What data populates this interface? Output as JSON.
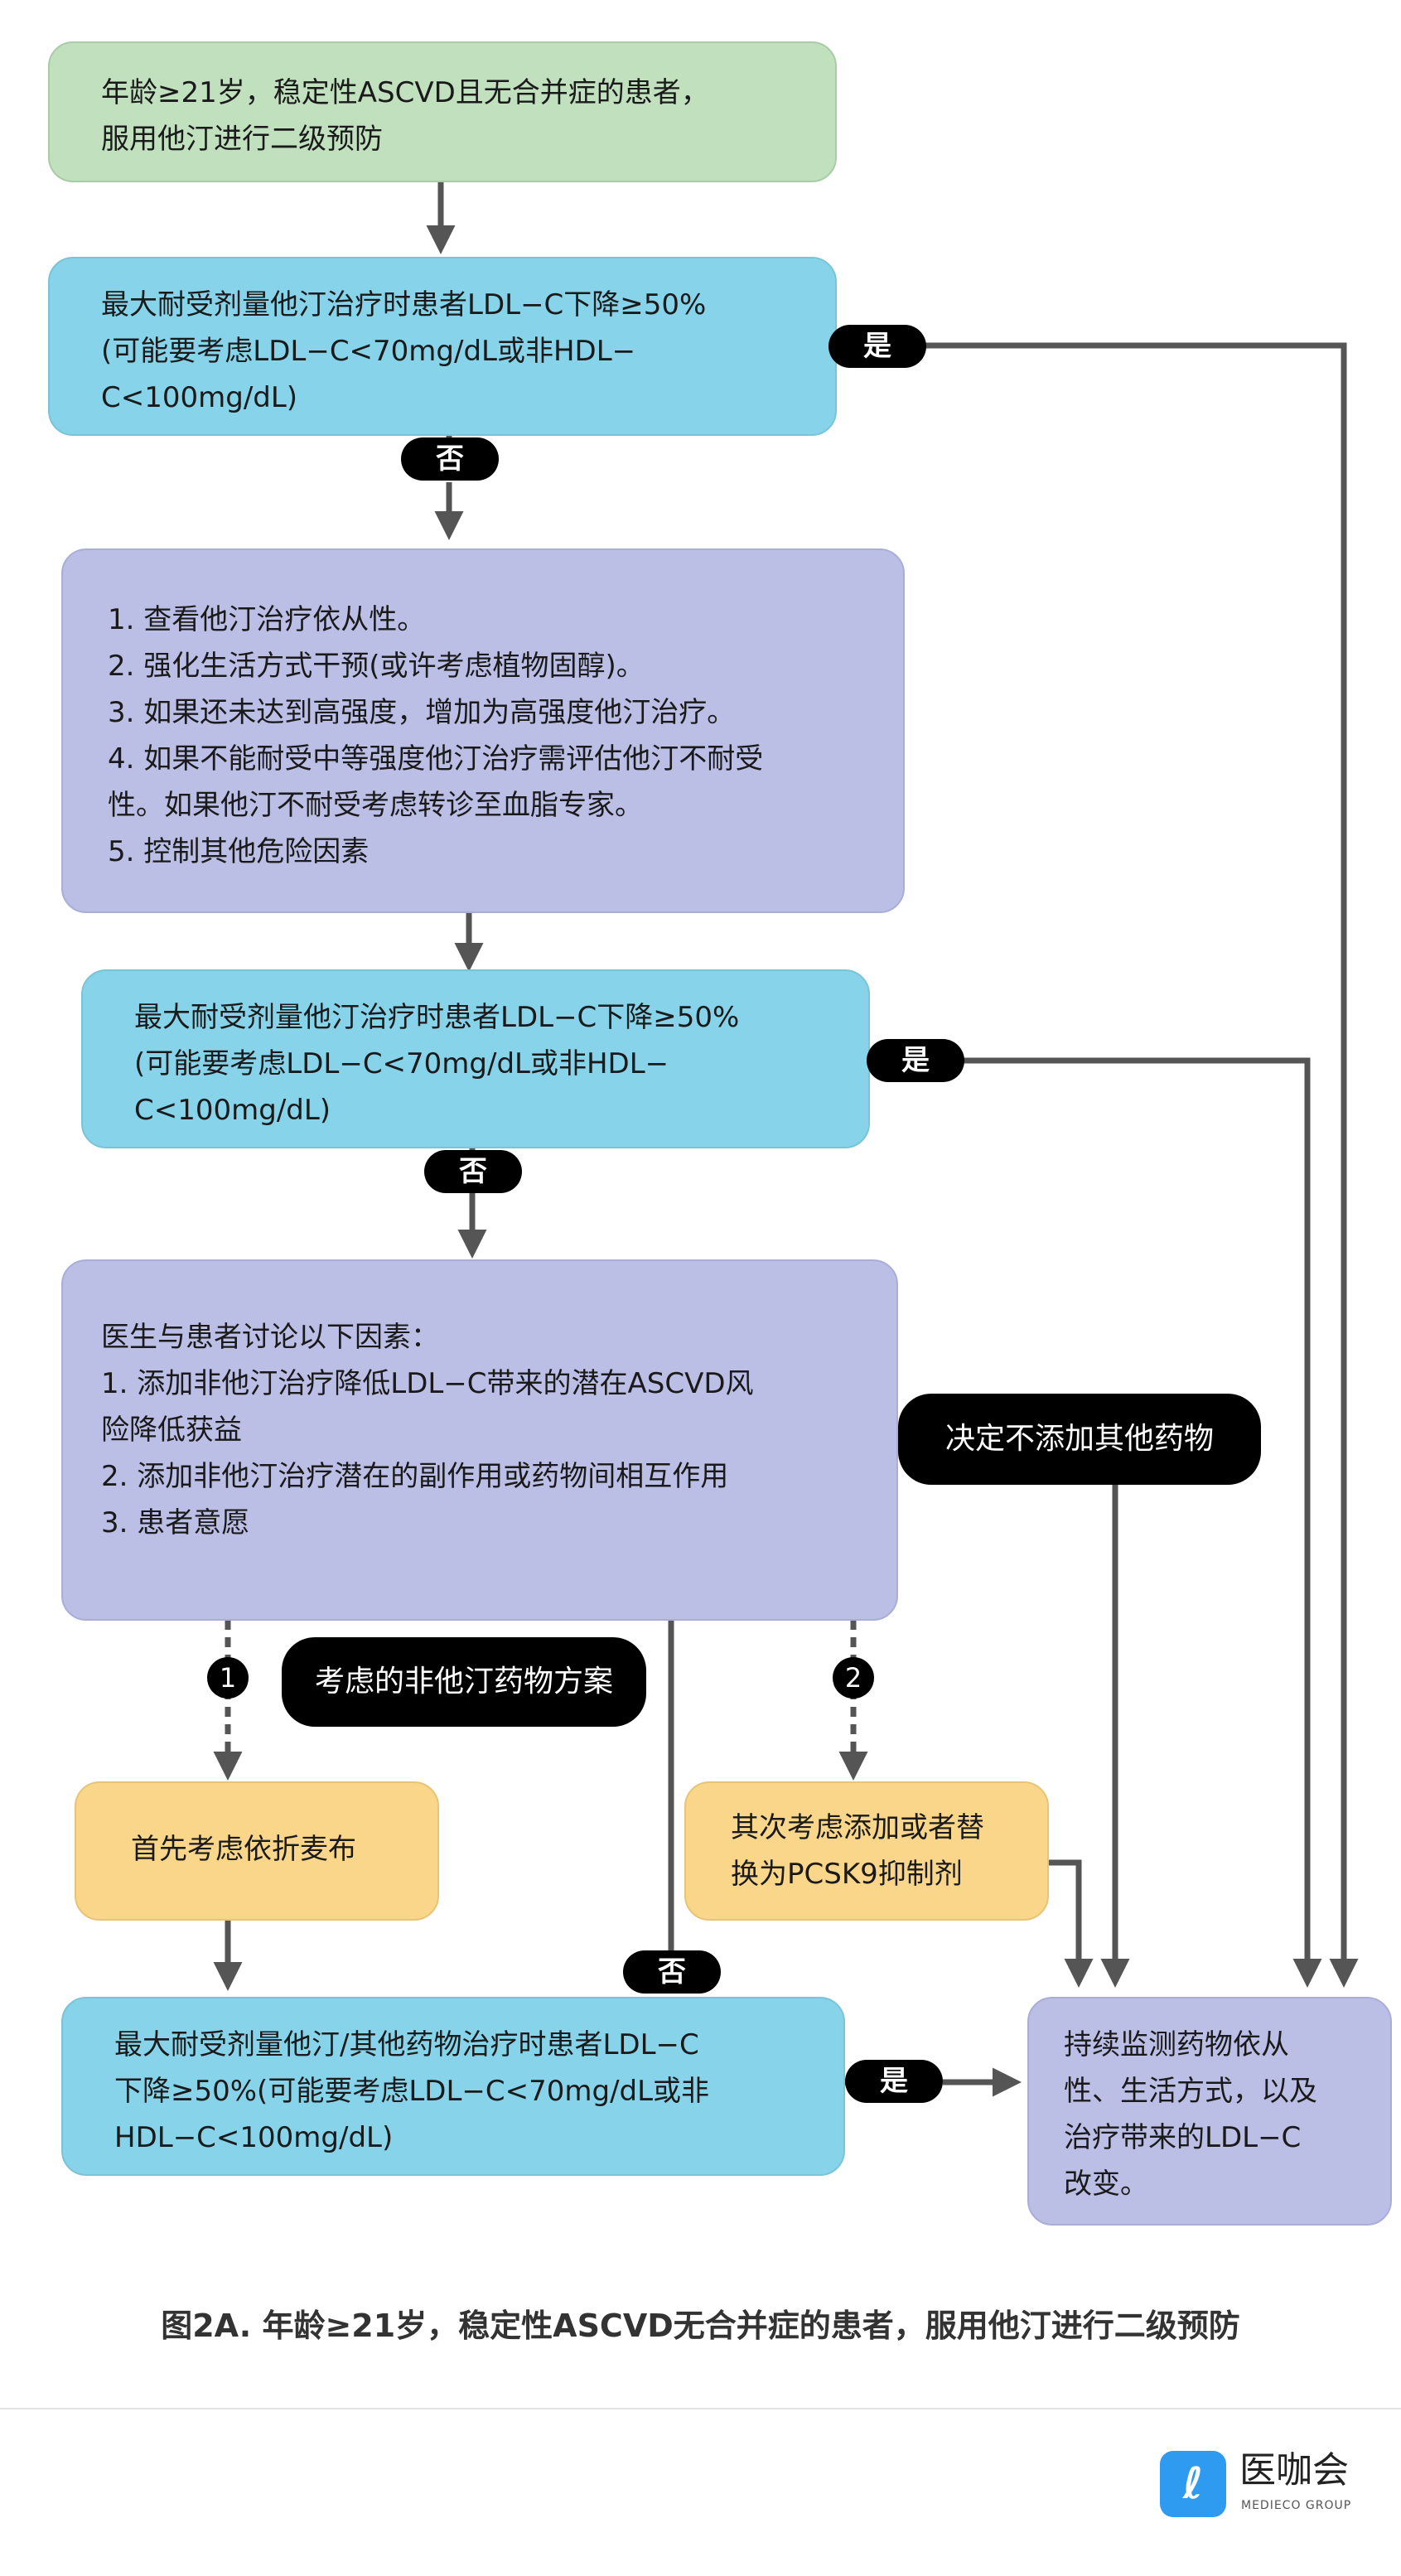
{
  "nodes": {
    "start": {
      "lines": [
        "年龄≥21岁，稳定性ASCVD且无合并症的患者，",
        "服用他汀进行二级预防"
      ]
    },
    "check1": {
      "lines": [
        "最大耐受剂量他汀治疗时患者LDL−C下降≥50%",
        "(可能要考虑LDL−C<70mg/dL或非HDL−",
        "C<100mg/dL)"
      ]
    },
    "actions": {
      "lines": [
        "1. 查看他汀治疗依从性。",
        "2. 强化生活方式干预(或许考虑植物固醇)。",
        "3. 如果还未达到高强度，增加为高强度他汀治疗。",
        "4. 如果不能耐受中等强度他汀治疗需评估他汀不耐受",
        "性。如果他汀不耐受考虑转诊至血脂专家。",
        "5. 控制其他危险因素"
      ]
    },
    "check2": {
      "lines": [
        "最大耐受剂量他汀治疗时患者LDL−C下降≥50%",
        "(可能要考虑LDL−C<70mg/dL或非HDL−",
        "C<100mg/dL)"
      ]
    },
    "discuss": {
      "lines": [
        "医生与患者讨论以下因素：",
        "1. 添加非他汀治疗降低LDL−C带来的潜在ASCVD风",
        "险降低获益",
        "2. 添加非他汀治疗潜在的副作用或药物间相互作用",
        "3. 患者意愿"
      ]
    },
    "ezetimibe": {
      "lines": [
        "首先考虑依折麦布"
      ]
    },
    "pcsk9": {
      "lines": [
        "其次考虑添加或者替",
        "换为PCSK9抑制剂"
      ]
    },
    "check3": {
      "lines": [
        "最大耐受剂量他汀/其他药物治疗时患者LDL−C",
        "下降≥50%(可能要考虑LDL−C<70mg/dL或非",
        "HDL−C<100mg/dL)"
      ]
    },
    "monitor": {
      "lines": [
        "持续监测药物依从",
        "性、生活方式，以及",
        "治疗带来的LDL−C",
        "改变。"
      ]
    }
  },
  "labels": {
    "yes": "是",
    "no": "否",
    "no_add": "决定不添加其他药物",
    "nonstatin": "考虑的非他汀药物方案",
    "option1": "1",
    "option2": "2"
  },
  "caption": "图2A. 年龄≥21岁，稳定性ASCVD无合并症的患者，服用他汀进行二级预防",
  "logo": {
    "icon": "ℓ",
    "name": "医咖会",
    "sub": "MEDIECO GROUP"
  },
  "colors": {
    "line": "#555555",
    "green": "#c0e0be",
    "cyan": "#86d3ea",
    "purple": "#bbbfe6",
    "orange": "#f9d68a",
    "pill": "#000000",
    "logo": "#2f9bf0"
  }
}
